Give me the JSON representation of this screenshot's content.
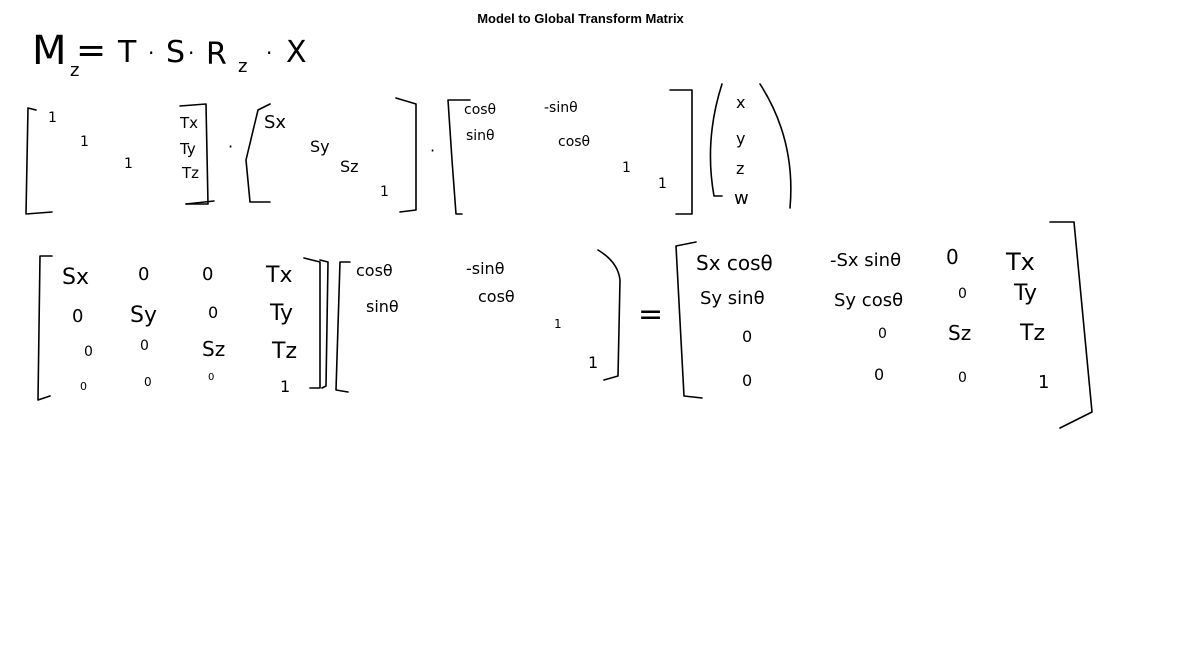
{
  "title": "Model to Global Transform Matrix",
  "equation": {
    "lhs": "M",
    "lhs_sub": "z",
    "equals": "=",
    "rhs": [
      "T",
      "S",
      "R",
      "X"
    ],
    "rhs_r_sub": "z",
    "dot": "·"
  },
  "row1": {
    "translation_matrix": {
      "diagonal": [
        "1",
        "1",
        "1"
      ],
      "column": [
        "Tx",
        "Ty",
        "Tz"
      ]
    },
    "scale_matrix": {
      "diagonal": [
        "Sx",
        "Sy",
        "Sz",
        "1"
      ]
    },
    "rotation_matrix": {
      "rows": [
        [
          "cosθ",
          "-sinθ"
        ],
        [
          "sinθ",
          "cosθ"
        ]
      ],
      "ones": [
        "1",
        "1"
      ]
    },
    "vector": [
      "x",
      "y",
      "z",
      "w"
    ]
  },
  "row2": {
    "ts_matrix": [
      [
        "Sx",
        "0",
        "0",
        "Tx"
      ],
      [
        "0",
        "Sy",
        "0",
        "Ty"
      ],
      [
        "0",
        "0",
        "Sz",
        "Tz"
      ],
      [
        "0",
        "0",
        "0",
        "1"
      ]
    ],
    "rotation_matrix": {
      "rows": [
        [
          "cosθ",
          "-sinθ"
        ],
        [
          "sinθ",
          "cosθ"
        ]
      ],
      "ones": [
        "1",
        "1"
      ]
    },
    "equals": "=",
    "result_matrix": [
      [
        "Sx cosθ",
        "-Sx sinθ",
        "0",
        "Tx"
      ],
      [
        "Sy sinθ",
        "Sy cosθ",
        "0",
        "Ty"
      ],
      [
        "0",
        "0",
        "Sz",
        "Tz"
      ],
      [
        "0",
        "0",
        "0",
        "1"
      ]
    ]
  }
}
